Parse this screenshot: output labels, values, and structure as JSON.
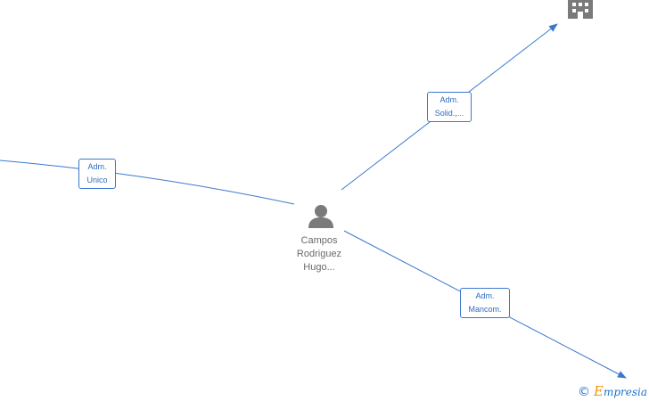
{
  "colors": {
    "edge": "#3a78d0",
    "label_text": "#2f6cc2",
    "node_icon": "#7a7a7a",
    "node_text": "#6a6a6a",
    "brand_accent": "#f39200"
  },
  "person": {
    "icon": "person-icon",
    "name_lines": [
      "Campos",
      "Rodriguez",
      "Hugo..."
    ]
  },
  "company": {
    "icon": "building-icon"
  },
  "edges": [
    {
      "label_lines": [
        "Adm.",
        "Unico"
      ]
    },
    {
      "label_lines": [
        "Adm.",
        "Solid.,..."
      ]
    },
    {
      "label_lines": [
        "Adm.",
        "Mancom."
      ]
    }
  ],
  "footer": {
    "copyright_symbol": "©",
    "brand_initial": "E",
    "brand_rest": "mpresia"
  }
}
